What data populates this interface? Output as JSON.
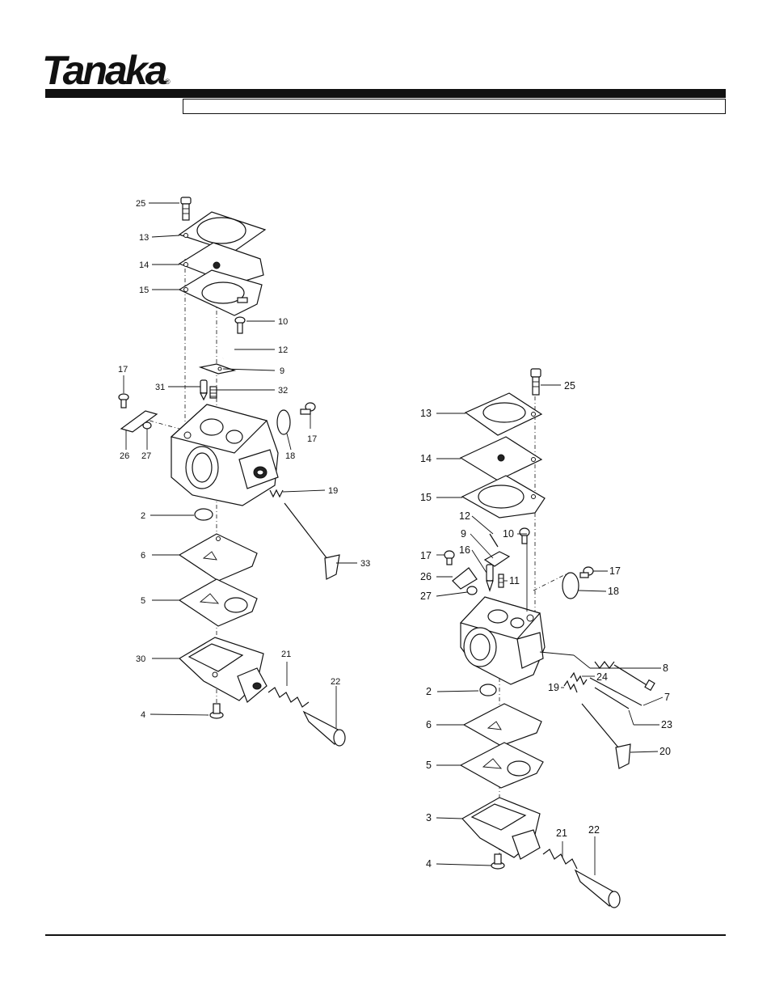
{
  "brand": {
    "name": "Tanaka",
    "registered": "®"
  },
  "header": {
    "box_text": ""
  },
  "left_assembly": {
    "callouts": [
      "25",
      "13",
      "14",
      "15",
      "10",
      "12",
      "9",
      "17",
      "31",
      "32",
      "17",
      "26",
      "27",
      "18",
      "19",
      "2",
      "33",
      "6",
      "5",
      "30",
      "21",
      "22",
      "4"
    ]
  },
  "right_assembly": {
    "callouts": [
      "25",
      "13",
      "14",
      "15",
      "12",
      "9",
      "10",
      "17",
      "16",
      "11",
      "26",
      "27",
      "17",
      "18",
      "8",
      "24",
      "19",
      "7",
      "2",
      "23",
      "6",
      "20",
      "5",
      "3",
      "21",
      "22",
      "4"
    ]
  }
}
